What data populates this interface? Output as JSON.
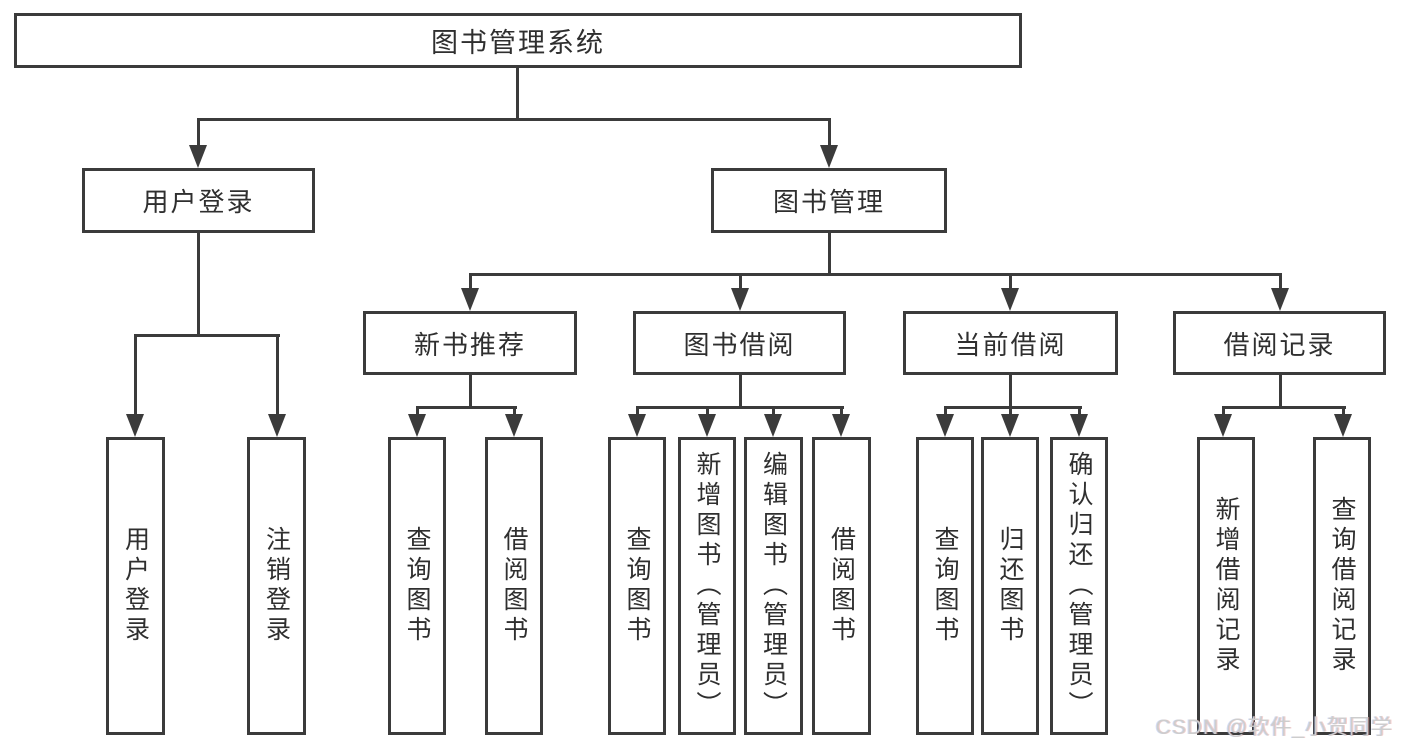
{
  "diagram": {
    "type": "hierarchy",
    "title": "图书管理系统",
    "watermark": "CSDN @软件_小贺同学",
    "colors": {
      "line": "#3b3b3b",
      "text": "#2f2f2f",
      "background": "#ffffff",
      "watermark": "#cdcdcd"
    },
    "tree": {
      "label": "图书管理系统",
      "children": [
        {
          "label": "用户登录",
          "children": [
            {
              "label": "用户登录"
            },
            {
              "label": "注销登录"
            }
          ]
        },
        {
          "label": "图书管理",
          "children": [
            {
              "label": "新书推荐",
              "children": [
                {
                  "label": "查询图书"
                },
                {
                  "label": "借阅图书"
                }
              ]
            },
            {
              "label": "图书借阅",
              "children": [
                {
                  "label": "查询图书"
                },
                {
                  "label": "新增图书（管理员）"
                },
                {
                  "label": "编辑图书（管理员）"
                },
                {
                  "label": "借阅图书"
                }
              ]
            },
            {
              "label": "当前借阅",
              "children": [
                {
                  "label": "查询图书"
                },
                {
                  "label": "归还图书"
                },
                {
                  "label": "确认归还（管理员）"
                }
              ]
            },
            {
              "label": "借阅记录",
              "children": [
                {
                  "label": "新增借阅记录"
                },
                {
                  "label": "查询借阅记录"
                }
              ]
            }
          ]
        }
      ]
    }
  }
}
